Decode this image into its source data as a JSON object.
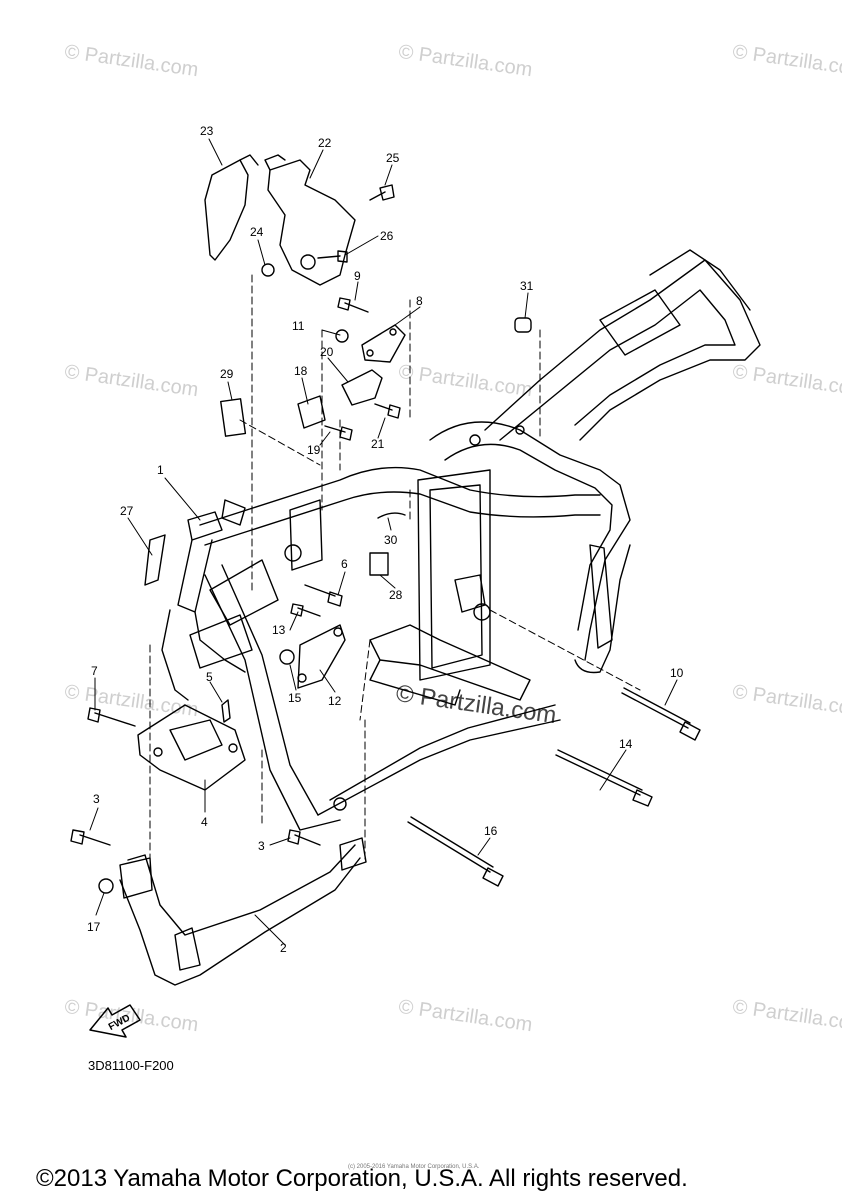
{
  "diagram_code": "3D81100-F200",
  "copyright": "©2013 Yamaha Motor Corporation, U.S.A. All rights reserved.",
  "fine_print": "(c) 2005-2016 Yamaha Motor Corporation, U.S.A.",
  "watermark": "© Partzilla.com",
  "fwd_label": "FWD",
  "callouts": [
    "1",
    "2",
    "3",
    "3",
    "4",
    "5",
    "6",
    "7",
    "8",
    "9",
    "10",
    "11",
    "12",
    "13",
    "14",
    "15",
    "16",
    "17",
    "18",
    "19",
    "20",
    "21",
    "22",
    "23",
    "24",
    "25",
    "26",
    "27",
    "28",
    "29",
    "30",
    "31"
  ]
}
